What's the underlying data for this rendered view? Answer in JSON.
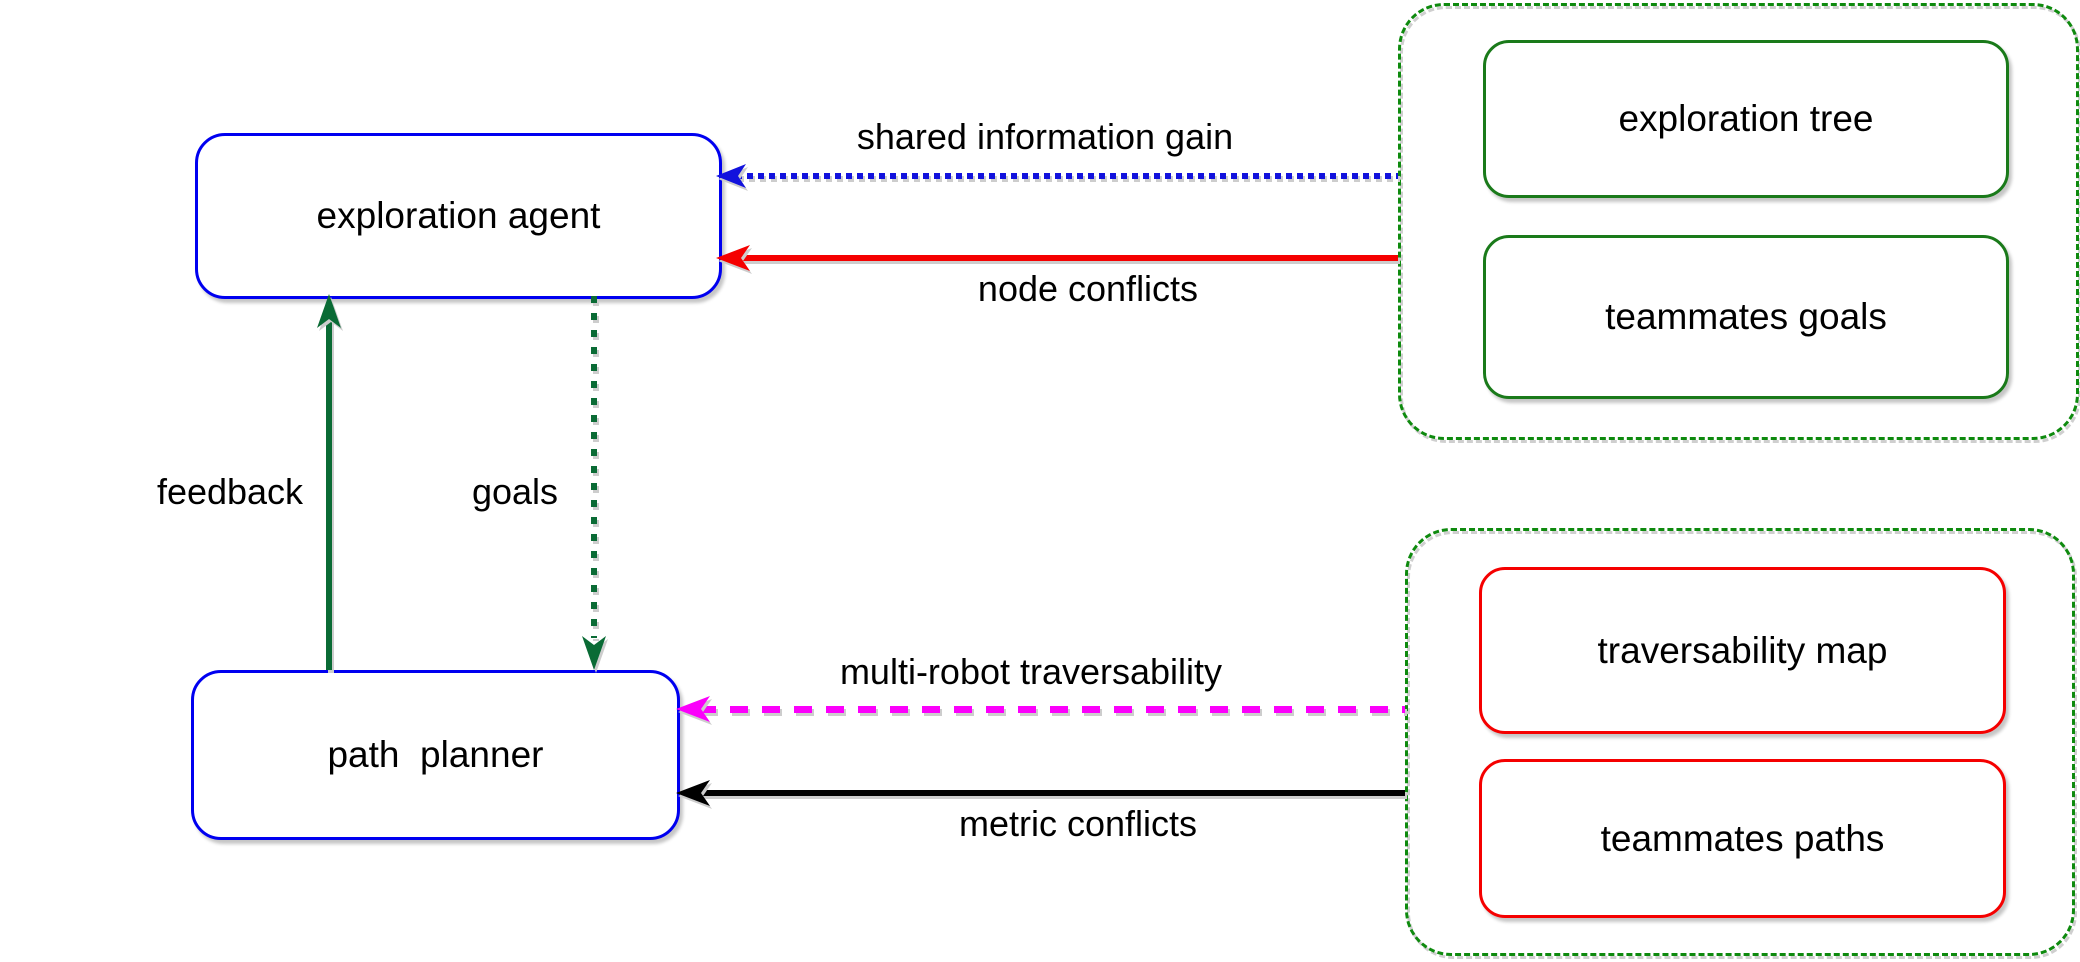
{
  "colors": {
    "background": "#ffffff",
    "text": "#000000",
    "border_blue": "#0000f0",
    "border_green": "#1a7a1a",
    "border_red": "#f50000",
    "dash_green": "#0e8a0e",
    "arrow_blue": "#1212dd",
    "arrow_red": "#f50000",
    "arrow_green": "#0a6b35",
    "arrow_magenta": "#fb00fb",
    "arrow_black": "#000000"
  },
  "nodes": {
    "exploration_agent": {
      "label": "exploration agent",
      "border": "blue"
    },
    "path_planner": {
      "label": "path  planner",
      "border": "blue"
    },
    "exploration_tree": {
      "label": "exploration tree",
      "border": "green"
    },
    "teammates_goals": {
      "label": "teammates goals",
      "border": "green"
    },
    "traversability_map": {
      "label": "traversability map",
      "border": "red"
    },
    "teammates_paths": {
      "label": "teammates paths",
      "border": "red"
    }
  },
  "groups": {
    "top_right": {
      "style": "green-dashed-rounded",
      "contains": [
        "exploration_tree",
        "teammates_goals"
      ]
    },
    "bottom_right": {
      "style": "green-dashed-rounded",
      "contains": [
        "traversability_map",
        "teammates_paths"
      ]
    }
  },
  "edges": {
    "shared_information_gain": {
      "label": "shared information gain",
      "from": "top_right_group",
      "to": "exploration_agent",
      "style": "dotted",
      "color": "blue"
    },
    "node_conflicts": {
      "label": "node conflicts",
      "from": "top_right_group",
      "to": "exploration_agent",
      "style": "solid",
      "color": "red"
    },
    "feedback": {
      "label": "feedback",
      "from": "path_planner",
      "to": "exploration_agent",
      "style": "solid",
      "color": "dark-green"
    },
    "goals": {
      "label": "goals",
      "from": "exploration_agent",
      "to": "path_planner",
      "style": "dotted",
      "color": "dark-green"
    },
    "multi_robot_traversability": {
      "label": "multi-robot traversability",
      "from": "bottom_right_group",
      "to": "path_planner",
      "style": "dashed",
      "color": "magenta"
    },
    "metric_conflicts": {
      "label": "metric conflicts",
      "from": "bottom_right_group",
      "to": "path_planner",
      "style": "solid",
      "color": "black"
    }
  }
}
